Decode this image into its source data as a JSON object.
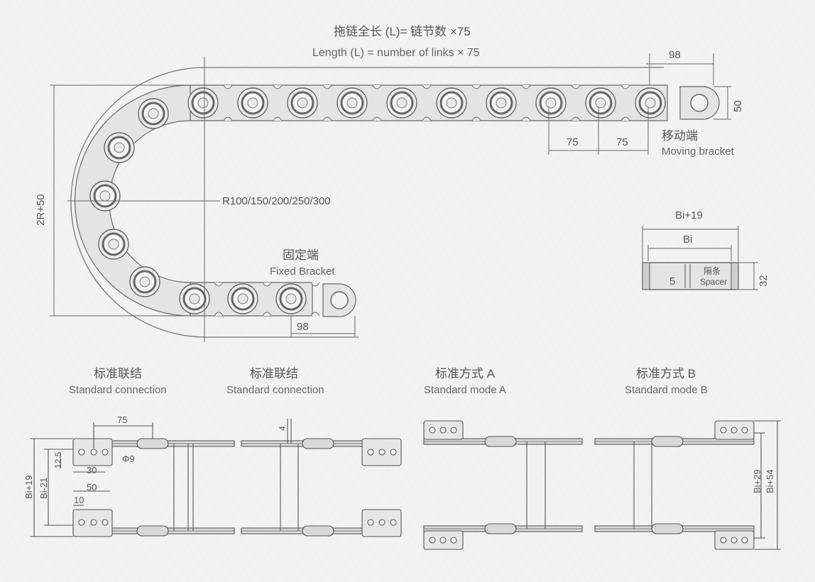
{
  "title": {
    "cn": "拖链全长 (L)= 链节数 ×75",
    "en": "Length  (L) = number of links × 75"
  },
  "radius_label": "R100/150/200/250/300",
  "height_label": "2R+50",
  "moving_bracket": {
    "cn": "移动端",
    "en": "Moving bracket",
    "length": "98",
    "height": "50",
    "pitch_1": "75",
    "pitch_2": "75"
  },
  "fixed_bracket": {
    "cn": "固定端",
    "en": "Fixed Bracket",
    "length": "98"
  },
  "cross_section": {
    "outer_width": "Bi+19",
    "inner_width": "Bi",
    "height": "32",
    "spacer_gap": "5",
    "spacer_cn": "隔条",
    "spacer_en": "Spacer"
  },
  "connections": [
    {
      "cn": "标准联结",
      "en": "Standard connection"
    },
    {
      "cn": "标准联结",
      "en": "Standard connection"
    },
    {
      "cn": "标准方式 A",
      "en": "Standard mode A"
    },
    {
      "cn": "标准方式 B",
      "en": "Standard mode B"
    }
  ],
  "detail_dims": {
    "d75": "75",
    "d4": "4",
    "hole": "Φ9",
    "d12_5": "12.5",
    "d30": "30",
    "d50": "50",
    "d10": "10",
    "bi19": "Bi+19",
    "bi21": "Bi-21",
    "bi29": "Bi+29",
    "bi54": "Bi+54"
  },
  "colors": {
    "line": "#555555",
    "link_fill": "#e2e2e2",
    "ring": "#6a6a6a",
    "background": "#f2f2f2"
  }
}
